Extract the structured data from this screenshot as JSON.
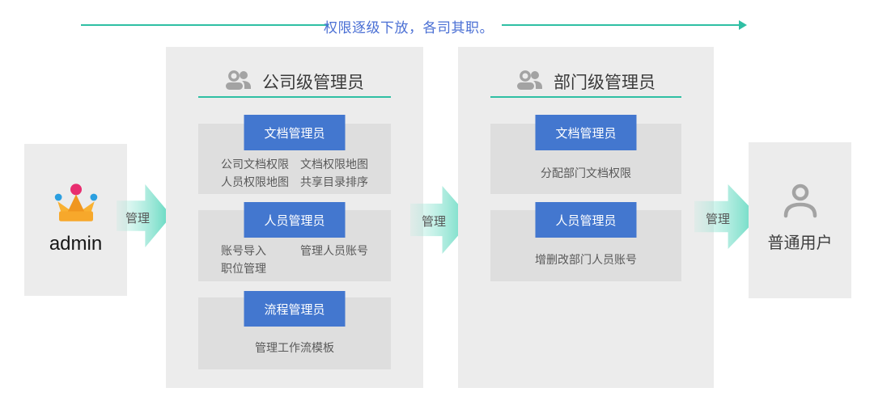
{
  "banner": {
    "title": "权限逐级下放，各司其职。"
  },
  "admin_node": {
    "label": "admin",
    "icon": "crown-icon"
  },
  "company": {
    "title": "公司级管理员",
    "icon": "people-icon",
    "groups": [
      {
        "role": "文档管理员",
        "duties": [
          "公司文档权限　文档权限地图",
          "人员权限地图　共享目录排序"
        ]
      },
      {
        "role": "人员管理员",
        "duties": [
          "账号导入　　　管理人员账号",
          "职位管理"
        ]
      },
      {
        "role": "流程管理员",
        "duties": [
          "管理工作流模板"
        ]
      }
    ]
  },
  "department": {
    "title": "部门级管理员",
    "icon": "people-icon",
    "groups": [
      {
        "role": "文档管理员",
        "duties": [
          "分配部门文档权限"
        ]
      },
      {
        "role": "人员管理员",
        "duties": [
          "增删改部门人员账号"
        ]
      }
    ]
  },
  "user_node": {
    "label": "普通用户",
    "icon": "user-icon"
  },
  "arrows": [
    {
      "label": "管理"
    },
    {
      "label": "管理"
    },
    {
      "label": "管理"
    }
  ],
  "colors": {
    "accent_teal": "#2fbfa4",
    "button_blue": "#4377cf",
    "banner_text_blue": "#4a6fd4",
    "box_gray": "#ececec",
    "panel_gray": "#dedede",
    "crown_orange": "#f7a82b",
    "crown_pink": "#e82d6f",
    "crown_dot_blue": "#2b9fe0",
    "icon_gray": "#a3a3a3"
  }
}
